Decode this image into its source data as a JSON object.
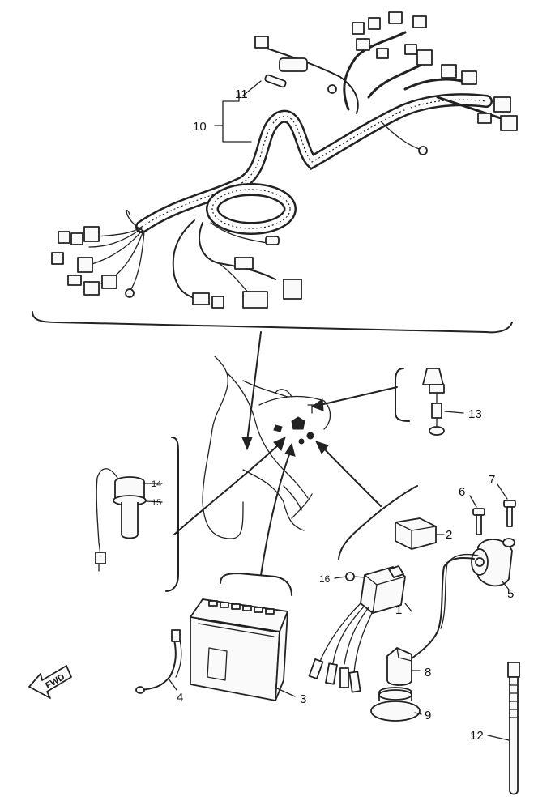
{
  "labels": {
    "l1": "1",
    "l2": "2",
    "l3": "3",
    "l4": "4",
    "l5": "5",
    "l6": "6",
    "l7": "7",
    "l8": "8",
    "l9": "9",
    "l10": "10",
    "l11": "11",
    "l12": "12",
    "l13": "13",
    "l14": "14",
    "l15": "15",
    "l16": "16"
  },
  "fwd_label": "FWD"
}
